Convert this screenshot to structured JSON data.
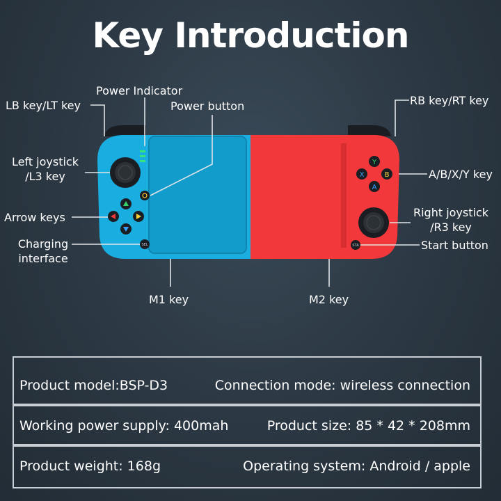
{
  "title": "Key Introduction",
  "labels": {
    "power_indicator": "Power Indicator",
    "lb_lt": "LB key/LT key",
    "power_button": "Power button",
    "rb_rt": "RB key/RT key",
    "left_joystick_1": "Left joystick",
    "left_joystick_2": "/L3 key",
    "abxy": "A/B/X/Y key",
    "arrow_keys": "Arrow keys",
    "right_joystick_1": "Right joystick",
    "right_joystick_2": "/R3 key",
    "charging_1": "Charging",
    "charging_2": "interface",
    "start_button": "Start button",
    "m1": "M1 key",
    "m2": "M2 key"
  },
  "controller": {
    "buttons": {
      "y": "Y",
      "x": "X",
      "b": "B",
      "a": "A",
      "sel": "SEL",
      "sta": "STA"
    },
    "colors": {
      "left": "#1aaee0",
      "right": "#f2383b",
      "leader": "#e0e4e8"
    }
  },
  "specs": [
    {
      "left": "Product model:BSP-D3",
      "right": "Connection mode: wireless connection"
    },
    {
      "left": "Working power supply: 400mah",
      "right": "Product size: 85 * 42 * 208mm"
    },
    {
      "left": "Product weight: 168g",
      "right": "Operating system: Android / apple"
    }
  ]
}
